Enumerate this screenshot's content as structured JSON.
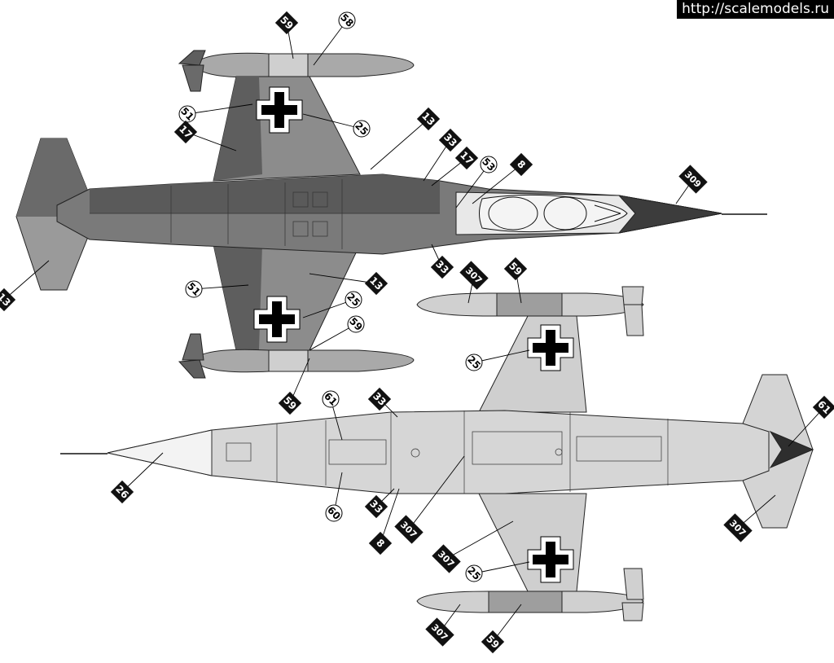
{
  "watermark": "http://scalemodels.ru",
  "colors": {
    "dark_grey": "#5e5e5e",
    "mid_grey": "#9a9a9a",
    "light_grey": "#d2d2d2",
    "panel_line": "#222222",
    "paper": "#ffffff"
  },
  "views": [
    {
      "id": "top-view",
      "callouts": [
        {
          "label": "59",
          "style": "box"
        },
        {
          "label": "58",
          "style": "circle"
        },
        {
          "label": "51",
          "style": "circle"
        },
        {
          "label": "17",
          "style": "box"
        },
        {
          "label": "25",
          "style": "circle"
        },
        {
          "label": "13",
          "style": "box"
        },
        {
          "label": "33",
          "style": "box"
        },
        {
          "label": "17",
          "style": "box"
        },
        {
          "label": "53",
          "style": "circle"
        },
        {
          "label": "8",
          "style": "box"
        },
        {
          "label": "309",
          "style": "box"
        },
        {
          "label": "33",
          "style": "box"
        },
        {
          "label": "51",
          "style": "circle"
        },
        {
          "label": "13",
          "style": "box"
        },
        {
          "label": "25",
          "style": "circle"
        },
        {
          "label": "59",
          "style": "circle"
        },
        {
          "label": "59",
          "style": "box"
        },
        {
          "label": "13",
          "style": "box"
        }
      ]
    },
    {
      "id": "bottom-view",
      "callouts": [
        {
          "label": "307",
          "style": "box"
        },
        {
          "label": "59",
          "style": "box"
        },
        {
          "label": "25",
          "style": "circle"
        },
        {
          "label": "33",
          "style": "box"
        },
        {
          "label": "61",
          "style": "circle"
        },
        {
          "label": "26",
          "style": "box"
        },
        {
          "label": "60",
          "style": "circle"
        },
        {
          "label": "33",
          "style": "box"
        },
        {
          "label": "8",
          "style": "box"
        },
        {
          "label": "307",
          "style": "box"
        },
        {
          "label": "307",
          "style": "box"
        },
        {
          "label": "25",
          "style": "circle"
        },
        {
          "label": "61",
          "style": "box"
        },
        {
          "label": "307",
          "style": "box"
        },
        {
          "label": "307",
          "style": "box"
        },
        {
          "label": "59",
          "style": "box"
        }
      ]
    }
  ]
}
